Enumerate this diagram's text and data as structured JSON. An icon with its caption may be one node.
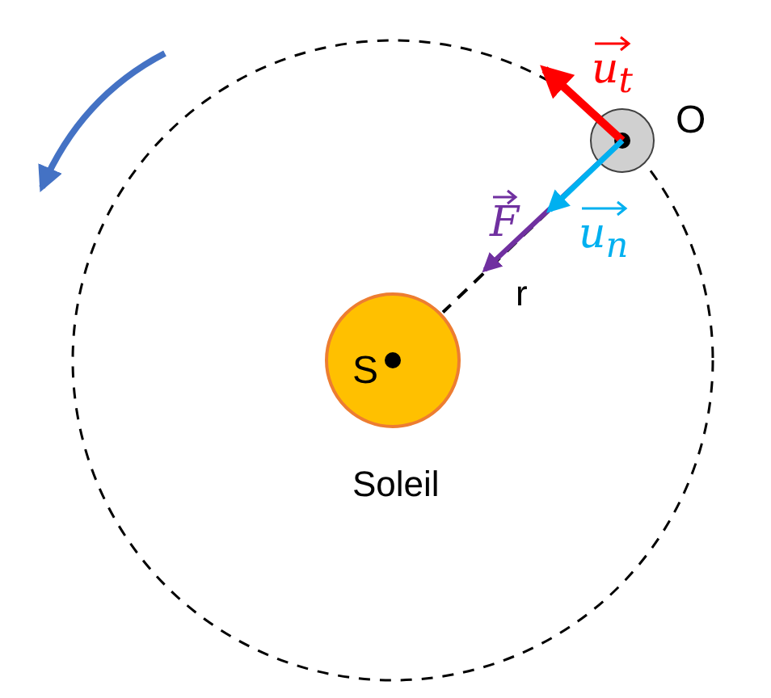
{
  "diagram": {
    "nodes": [
      {
        "text": [
          "S"
        ],
        "beside": [
          "Soleil"
        ]
      },
      {
        "text": [],
        "shape": "circle",
        "beside": [
          "O"
        ]
      }
    ],
    "edges": [
      {
        "from": 1,
        "to": 0,
        "arrow": "none",
        "style": "dashed",
        "label": "r"
      }
    ],
    "labels": [
      "u$_{t}$",
      "F",
      "u$_{n}$"
    ]
  }
}
